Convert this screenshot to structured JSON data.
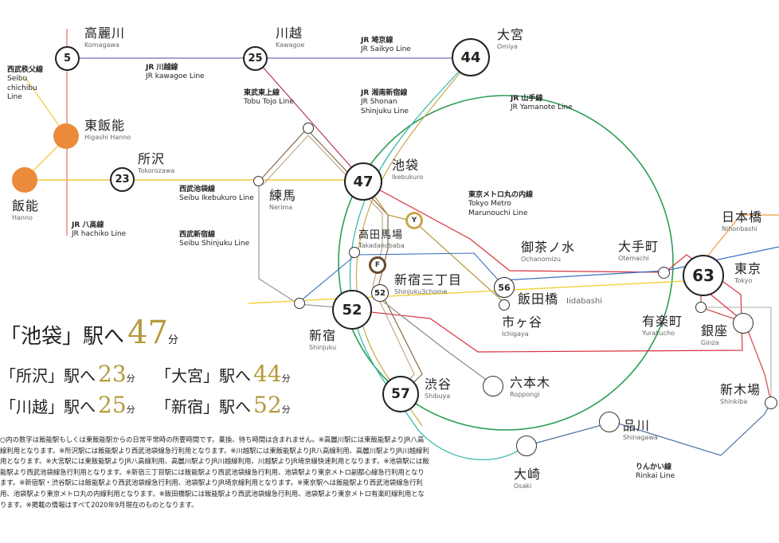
{
  "stations": {
    "komagawa": {
      "ja": "高麗川",
      "en": "Komagawa",
      "minutes": "5"
    },
    "kawagoe": {
      "ja": "川越",
      "en": "Kawagoe",
      "minutes": "25"
    },
    "omiya": {
      "ja": "大宮",
      "en": "Omiya",
      "minutes": "44"
    },
    "higashi_hanno": {
      "ja": "東飯能",
      "en": "Higashi Hanno"
    },
    "hanno": {
      "ja": "飯能",
      "en": "Hanno"
    },
    "tokorozawa": {
      "ja": "所沢",
      "en": "Tokorozawa",
      "minutes": "23"
    },
    "ikebukuro": {
      "ja": "池袋",
      "en": "Ikebukuro",
      "minutes": "47"
    },
    "nerima": {
      "ja": "練馬",
      "en": "Nerima"
    },
    "takadanobaba": {
      "ja": "高田馬場",
      "en": "Takadanobaba"
    },
    "shinjuku3": {
      "ja": "新宿三丁目",
      "en": "Shinjuku3chome",
      "minutes": "52"
    },
    "shinjuku": {
      "ja": "新宿",
      "en": "Shinjuku",
      "minutes": "52"
    },
    "ochanomizu": {
      "ja": "御茶ノ水",
      "en": "Ochanomizu"
    },
    "otemachi": {
      "ja": "大手町",
      "en": "Otemachi"
    },
    "nihonbashi": {
      "ja": "日本橋",
      "en": "Nihonbashi"
    },
    "tokyo": {
      "ja": "東京",
      "en": "Tokyo",
      "minutes": "63"
    },
    "iidabashi": {
      "ja": "飯田橋",
      "en": "Iidabashi",
      "minutes": "56"
    },
    "ichigaya": {
      "ja": "市ヶ谷",
      "en": "Ichigaya"
    },
    "yurakucho": {
      "ja": "有楽町",
      "en": "Yurakucho"
    },
    "ginza": {
      "ja": "銀座",
      "en": "Ginza"
    },
    "shinkiba": {
      "ja": "新木場",
      "en": "Shinkiba"
    },
    "shibuya": {
      "ja": "渋谷",
      "en": "Shibuya",
      "minutes": "57"
    },
    "roppongi": {
      "ja": "六本木",
      "en": "Roppongi"
    },
    "shinagawa": {
      "ja": "品川",
      "en": "Shinagawa"
    },
    "osaki": {
      "ja": "大崎",
      "en": "Osaki"
    }
  },
  "lines": {
    "seibu_chichibu": {
      "ja": "西武秩父線",
      "en1": "Seibu",
      "en2": "chichibu",
      "en3": "Line"
    },
    "jr_kawagoe": {
      "ja": "JR 川越線",
      "en": "JR kawagoe Line"
    },
    "jr_saikyo": {
      "ja": "JR 埼京線",
      "en": "JR Saikyo Line"
    },
    "tobu_tojo": {
      "ja": "東武東上線",
      "en": "Tobu Tojo Line"
    },
    "jr_shonan": {
      "ja": "JR 湘南新宿線",
      "en1": "JR Shonan",
      "en2": "Shinjuku Line"
    },
    "jr_yamanote": {
      "ja": "JR 山手線",
      "en": "JR Yamanote Line"
    },
    "seibu_ikebukuro": {
      "ja": "西武池袋線",
      "en": "Seibu Ikebukuro Line"
    },
    "marunouchi": {
      "ja": "東京メトロ丸の内線",
      "en1": "Tokyo Metro",
      "en2": "Marunouchi Line"
    },
    "jr_hachiko": {
      "ja": "JR 八高線",
      "en": "JR hachiko Line"
    },
    "seibu_shinjuku": {
      "ja": "西武新宿線",
      "en": "Seibu Shinjuku Line"
    },
    "rinkai": {
      "ja": "りんかい線",
      "en": "Rinkai Line"
    }
  },
  "markers": {
    "y": "Y",
    "f": "F"
  },
  "headline": {
    "pre": "「池袋」駅へ",
    "num": "47",
    "unit": "分"
  },
  "summary": [
    {
      "pre": "「所沢」駅へ",
      "num": "23",
      "unit": "分"
    },
    {
      "pre": "「大宮」駅へ",
      "num": "44",
      "unit": "分"
    },
    {
      "pre": "「川越」駅へ",
      "num": "25",
      "unit": "分"
    },
    {
      "pre": "「新宿」駅へ",
      "num": "52",
      "unit": "分"
    }
  ],
  "notes": "○内の数字は飯能駅もしくは東飯能駅からの日常平常時の所要時間です。乗換、待ち時間は含まれません。※高麗川駅には東飯能駅よりJR八高線利用となります。※所沢駅には飯能駅より西武池袋線急行利用となります。※川越駅には東飯能駅よりJR八高線利用、高麗川駅よりJR川越線利用となります。※大宮駅には東飯能駅よりJR八高線利用、高麗川駅よりJR川越線利用、川越駅よりJR埼京線快速利用となります。※池袋駅には飯能駅より西武池袋線急行利用となります。※新宿三丁目駅には飯能駅より西武池袋線急行利用、池袋駅より東京メトロ副都心線急行利用となります。※新宿駅・渋谷駅には飯能駅より西武池袋線急行利用、池袋駅よりJR埼京線利用となります。※東京駅へは飯能駅より西武池袋線急行利用、池袋駅より東京メトロ丸の内線利用となります。※飯田橋駅には飯能駅より西武池袋線急行利用、池袋駅より東京メトロ有楽町線利用となります。※掲載の情報はすべて2020年9月現在のものとなります。"
}
